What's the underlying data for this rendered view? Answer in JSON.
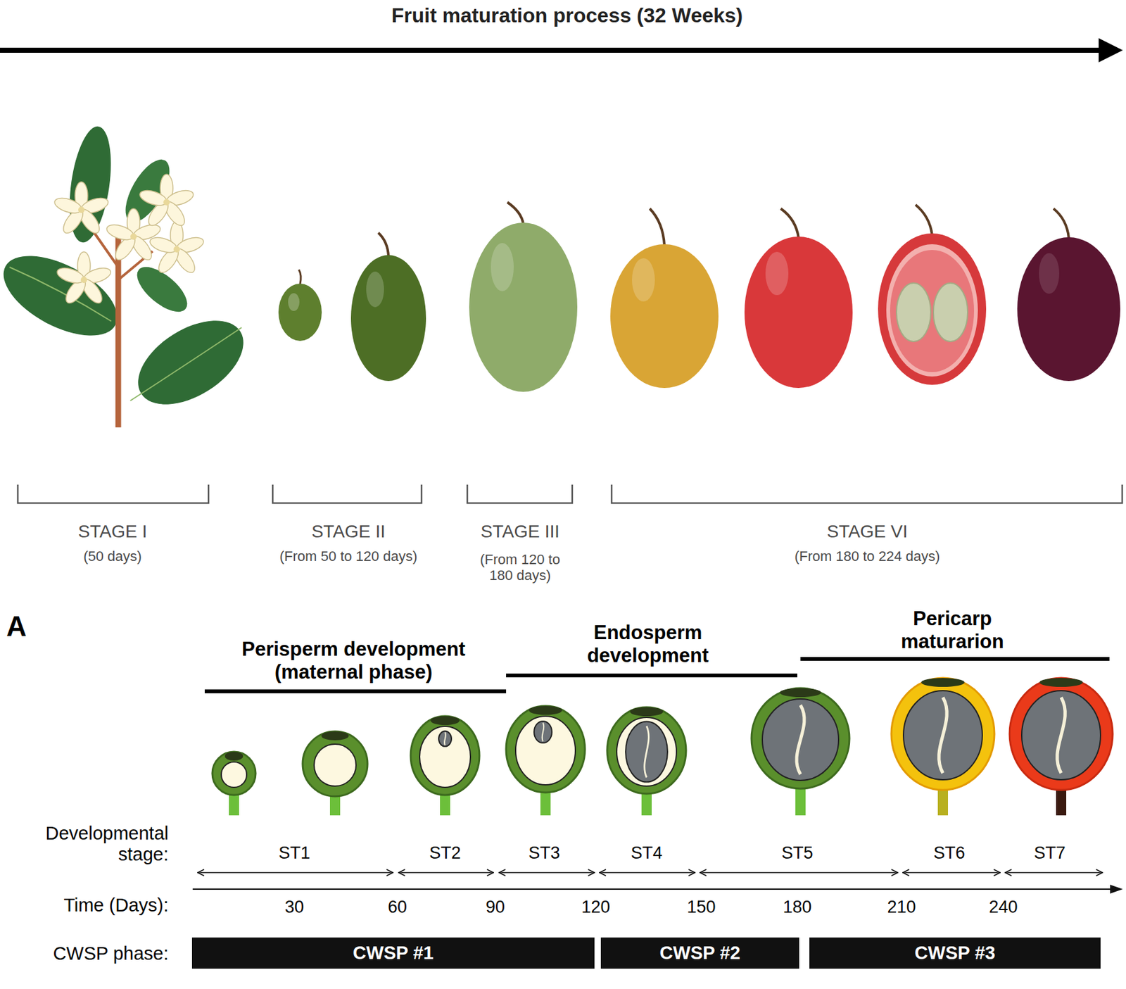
{
  "diagram": {
    "title": "Fruit maturation process (32 Weeks)",
    "nodes": [
      {
        "text": [
          "CWSP #1"
        ]
      },
      {
        "text": [
          "CWSP #2"
        ]
      },
      {
        "text": [
          "CWSP #3"
        ]
      }
    ],
    "labels": [
      "STAGE I",
      "(50 days)",
      "STAGE II",
      "(From 50 to 120 days)",
      "STAGE III",
      "(From 120 to 180 days)",
      "STAGE VI",
      "(From 180 to 224 days)",
      "A",
      "Perisperm development (maternal phase)",
      "Endosperm development",
      "Pericarp maturarion",
      "Developmental stage:",
      "ST1",
      "ST2",
      "ST3",
      "ST4",
      "ST5",
      "ST6",
      "ST7",
      "Time (Days):",
      "30",
      "60",
      "90",
      "120",
      "150",
      "180",
      "210",
      "240",
      "CWSP phase:"
    ]
  }
}
